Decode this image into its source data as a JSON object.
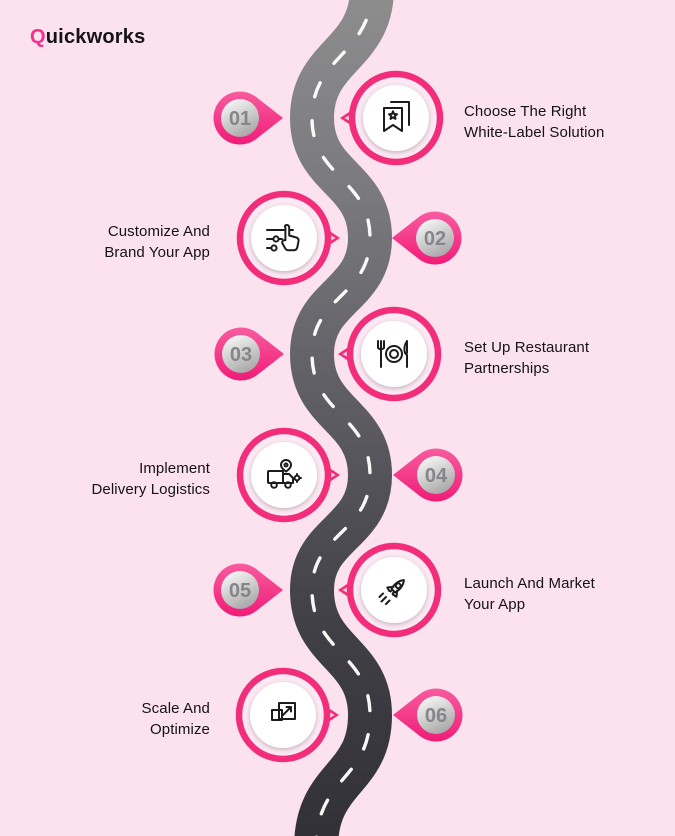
{
  "page": {
    "background_color": "#FBE2EE",
    "accent_color": "#F22E7B",
    "pin_color": "#F5308A",
    "road_top_color": "#8E8E8E",
    "road_bottom_color": "#313036",
    "number_color": "#85858A",
    "text_color": "#141414"
  },
  "logo": {
    "q": "Q",
    "rest": "uickworks"
  },
  "steps": [
    {
      "number": "01",
      "side": "right",
      "icon": "badge-bookmark-icon",
      "lines": [
        "Choose The Right",
        "White-Label Solution"
      ]
    },
    {
      "number": "02",
      "side": "left",
      "icon": "customize-hand-sliders-icon",
      "lines": [
        "Customize And",
        "Brand Your App"
      ]
    },
    {
      "number": "03",
      "side": "right",
      "icon": "restaurant-cutlery-icon",
      "lines": [
        "Set Up Restaurant",
        "Partnerships"
      ]
    },
    {
      "number": "04",
      "side": "left",
      "icon": "delivery-truck-icon",
      "lines": [
        "Implement",
        "Delivery Logistics"
      ]
    },
    {
      "number": "05",
      "side": "right",
      "icon": "rocket-launch-icon",
      "lines": [
        "Launch And Market",
        "Your App"
      ]
    },
    {
      "number": "06",
      "side": "left",
      "icon": "scale-expand-icon",
      "lines": [
        "Scale And",
        "Optimize"
      ]
    }
  ]
}
